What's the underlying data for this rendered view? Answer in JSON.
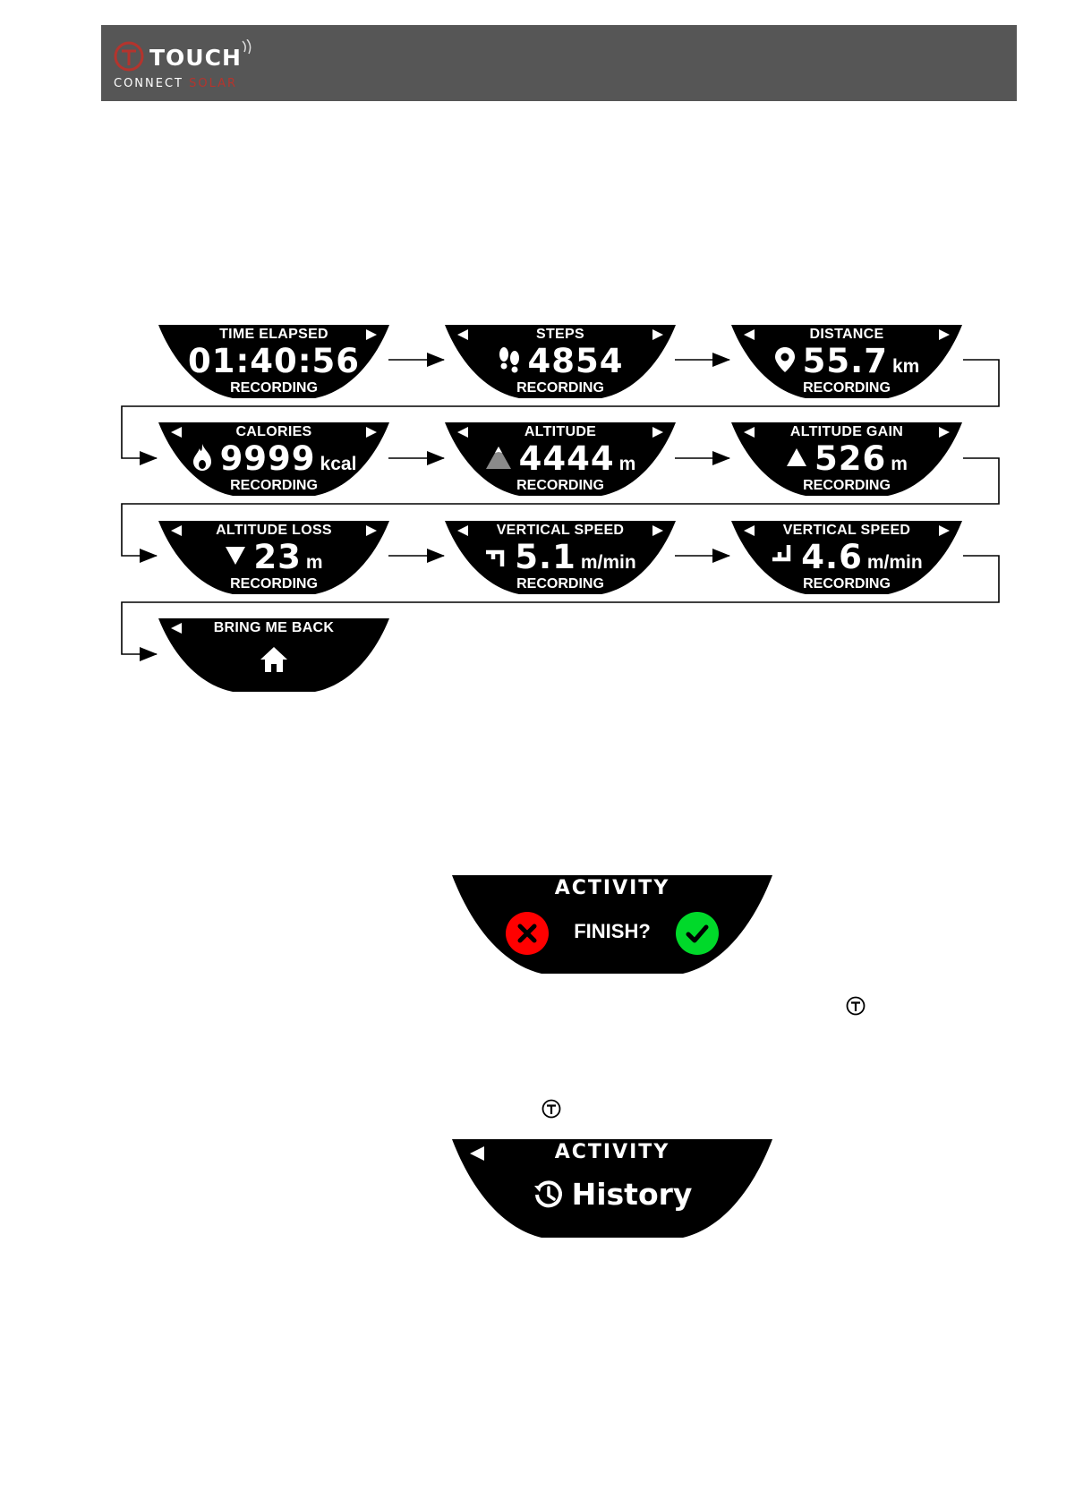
{
  "brand": {
    "name": "TOUCH",
    "line_connect": "CONNECT",
    "line_solar": "SOLAR",
    "solar_color": "#b4342d"
  },
  "screens": [
    {
      "title": "TIME ELAPSED",
      "value": "01:40:56",
      "unit": "",
      "status": "RECORDING",
      "icon": "none",
      "left_arrow": false,
      "right_arrow": true
    },
    {
      "title": "STEPS",
      "value": "4854",
      "unit": "",
      "status": "RECORDING",
      "icon": "footsteps-icon",
      "left_arrow": true,
      "right_arrow": true
    },
    {
      "title": "DISTANCE",
      "value": "55.7",
      "unit": "km",
      "status": "RECORDING",
      "icon": "location-pin-icon",
      "left_arrow": true,
      "right_arrow": true
    },
    {
      "title": "CALORIES",
      "value": "9999",
      "unit": "kcal",
      "status": "RECORDING",
      "icon": "flame-icon",
      "left_arrow": true,
      "right_arrow": true
    },
    {
      "title": "ALTITUDE",
      "value": "4444",
      "unit": "m",
      "status": "RECORDING",
      "icon": "mountain-icon",
      "left_arrow": true,
      "right_arrow": true
    },
    {
      "title": "ALTITUDE GAIN",
      "value": "526",
      "unit": "m",
      "status": "RECORDING",
      "icon": "triangle-up-icon",
      "left_arrow": true,
      "right_arrow": true
    },
    {
      "title": "ALTITUDE LOSS",
      "value": "23",
      "unit": "m",
      "status": "RECORDING",
      "icon": "triangle-down-icon",
      "left_arrow": true,
      "right_arrow": true
    },
    {
      "title": "VERTICAL SPEED",
      "value": "5.1",
      "unit": "m/min",
      "status": "RECORDING",
      "icon": "ascent-icon",
      "left_arrow": true,
      "right_arrow": true
    },
    {
      "title": "VERTICAL SPEED",
      "value": "4.6",
      "unit": "m/min",
      "status": "RECORDING",
      "icon": "descent-icon",
      "left_arrow": true,
      "right_arrow": true
    },
    {
      "title": "BRING ME BACK",
      "value": "",
      "unit": "",
      "status": "",
      "icon": "home-icon",
      "left_arrow": true,
      "right_arrow": false
    }
  ],
  "finish_screen": {
    "title": "ACTIVITY",
    "prompt": "FINISH?",
    "cancel_color": "#ff0000",
    "confirm_color": "#00d92a"
  },
  "history_screen": {
    "title": "ACTIVITY",
    "item": "History"
  }
}
